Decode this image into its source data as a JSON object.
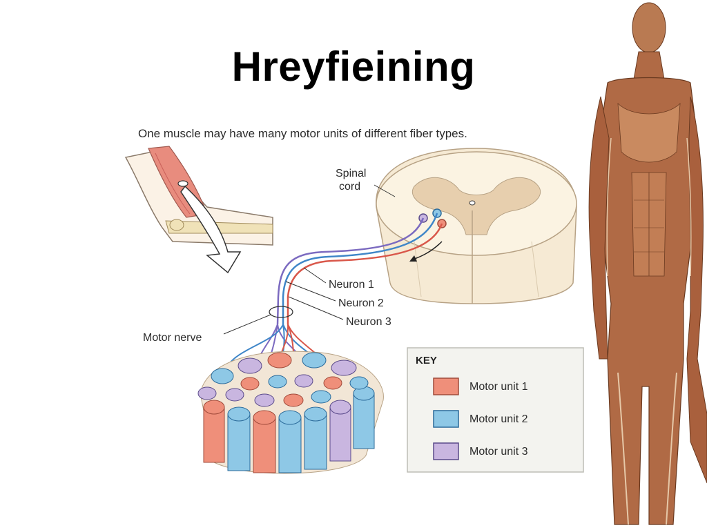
{
  "title": "Hreyfieining",
  "diagram": {
    "caption": "One muscle may have many motor units of different fiber types.",
    "labels": {
      "spinal_cord_line1": "Spinal",
      "spinal_cord_line2": "cord",
      "neuron1": "Neuron 1",
      "neuron2": "Neuron 2",
      "neuron3": "Neuron 3",
      "motor_nerve": "Motor nerve"
    },
    "key": {
      "heading": "KEY",
      "items": [
        {
          "label": "Motor unit 1",
          "color": "#ef8f7a"
        },
        {
          "label": "Motor unit 2",
          "color": "#8ec8e6"
        },
        {
          "label": "Motor unit 3",
          "color": "#c9b6e0"
        }
      ]
    }
  },
  "colors": {
    "unit1": "#ef8f7a",
    "unit2": "#8ec8e6",
    "unit3": "#c9b6e0",
    "muscle_figure": "#b06a45"
  }
}
